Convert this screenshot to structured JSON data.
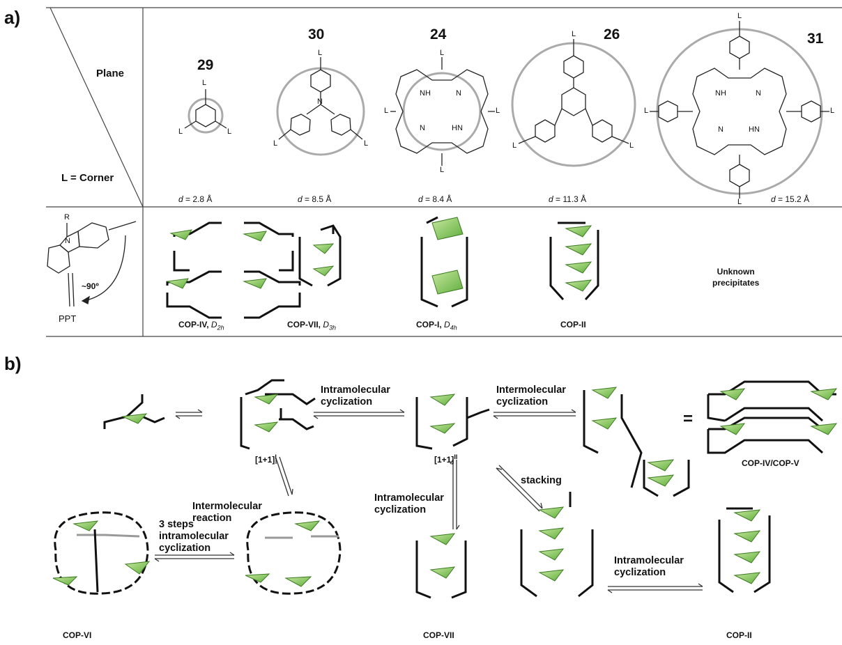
{
  "panel_a": {
    "label": "a)",
    "header": {
      "plane": "Plane",
      "corner": "L = Corner"
    },
    "molecules": [
      {
        "number": "29",
        "distance": "= 2.8 Å"
      },
      {
        "number": "30",
        "distance": "= 8.5 Å"
      },
      {
        "number": "24",
        "distance": "= 8.4 Å"
      },
      {
        "number": "26",
        "distance": "= 11.3 Å"
      },
      {
        "number": "31",
        "distance": "= 15.2 Å"
      }
    ],
    "distance_symbol": "d",
    "corner_unit": {
      "r": "R",
      "n": "N",
      "angle": "~90º",
      "ppt": "PPT"
    },
    "ligand": "L",
    "atoms": {
      "nh": "NH",
      "hn": "HN",
      "n": "N"
    },
    "cages": [
      {
        "name": "COP-IV",
        "sym": "D",
        "sub": "2h"
      },
      {
        "name": "COP-VII",
        "sym": "D",
        "sub": "3h"
      },
      {
        "name": "COP-I",
        "sym": "D",
        "sub": "4h"
      },
      {
        "name": "COP-II",
        "sym": "",
        "sub": ""
      }
    ],
    "unknown": [
      "Unknown",
      "precipitates"
    ]
  },
  "panel_b": {
    "label": "b)",
    "steps": {
      "intra1": [
        "Intramolecular",
        "cyclization"
      ],
      "inter1": [
        "Intermolecular",
        "cyclization"
      ],
      "inter_reaction": [
        "Intermolecular",
        "reaction"
      ],
      "intra2": [
        "Intramolecular",
        "cyclization"
      ],
      "stacking": "stacking",
      "three_steps": [
        "3 steps",
        "intramolecular",
        "cyclization"
      ],
      "intra3": [
        "Intramolecular",
        "cyclization"
      ]
    },
    "species": {
      "one_one_i": "[1+1]",
      "sup_i": "I",
      "one_one_ii": "[1+1]",
      "sup_ii": "II",
      "cop_iv_v": "COP-IV/COP-V",
      "cop_vi": "COP-VI",
      "cop_vii": "COP-VII",
      "cop_ii": "COP-II",
      "equals": "="
    }
  }
}
